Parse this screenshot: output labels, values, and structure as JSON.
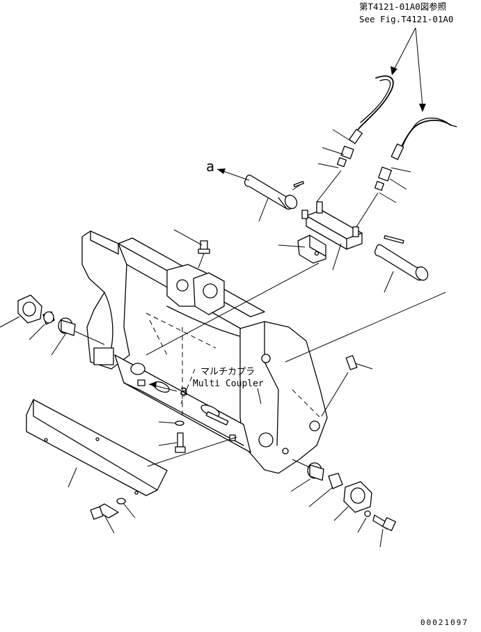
{
  "reference": {
    "japanese": "第T4121-01A0図参照",
    "english": "See Fig.T4121-01A0"
  },
  "view_label": "a",
  "multi_coupler": {
    "japanese": "マルチカプラ",
    "english": "Multi Coupler"
  },
  "figure_number": "00021097"
}
